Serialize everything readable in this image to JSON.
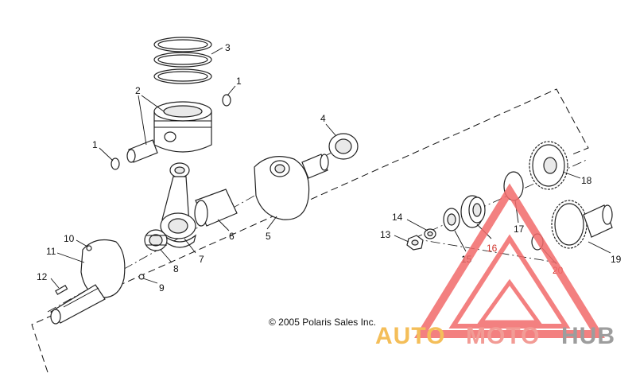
{
  "labels": {
    "n1a": "1",
    "n1b": "1",
    "n2": "2",
    "n3": "3",
    "n4": "4",
    "n5": "5",
    "n6": "6",
    "n7": "7",
    "n8": "8",
    "n9": "9",
    "n10": "10",
    "n11": "11",
    "n12": "12",
    "n13": "13",
    "n14": "14",
    "n15": "15",
    "n16": "16",
    "n17": "17",
    "n18": "18",
    "n19": "19",
    "n20": "20"
  },
  "copyright": "© 2005 Polaris Sales Inc.",
  "watermark": {
    "part1": "AUTO",
    "part2": "MOTO",
    "part3": "HUB",
    "color_part1": "#f3b33d",
    "color_part2": "#f08a83",
    "color_part3": "#8c8c8c",
    "triangle_color": "#f26b6b"
  },
  "colors": {
    "line": "#111111",
    "highlight_label": "#d0332b"
  }
}
